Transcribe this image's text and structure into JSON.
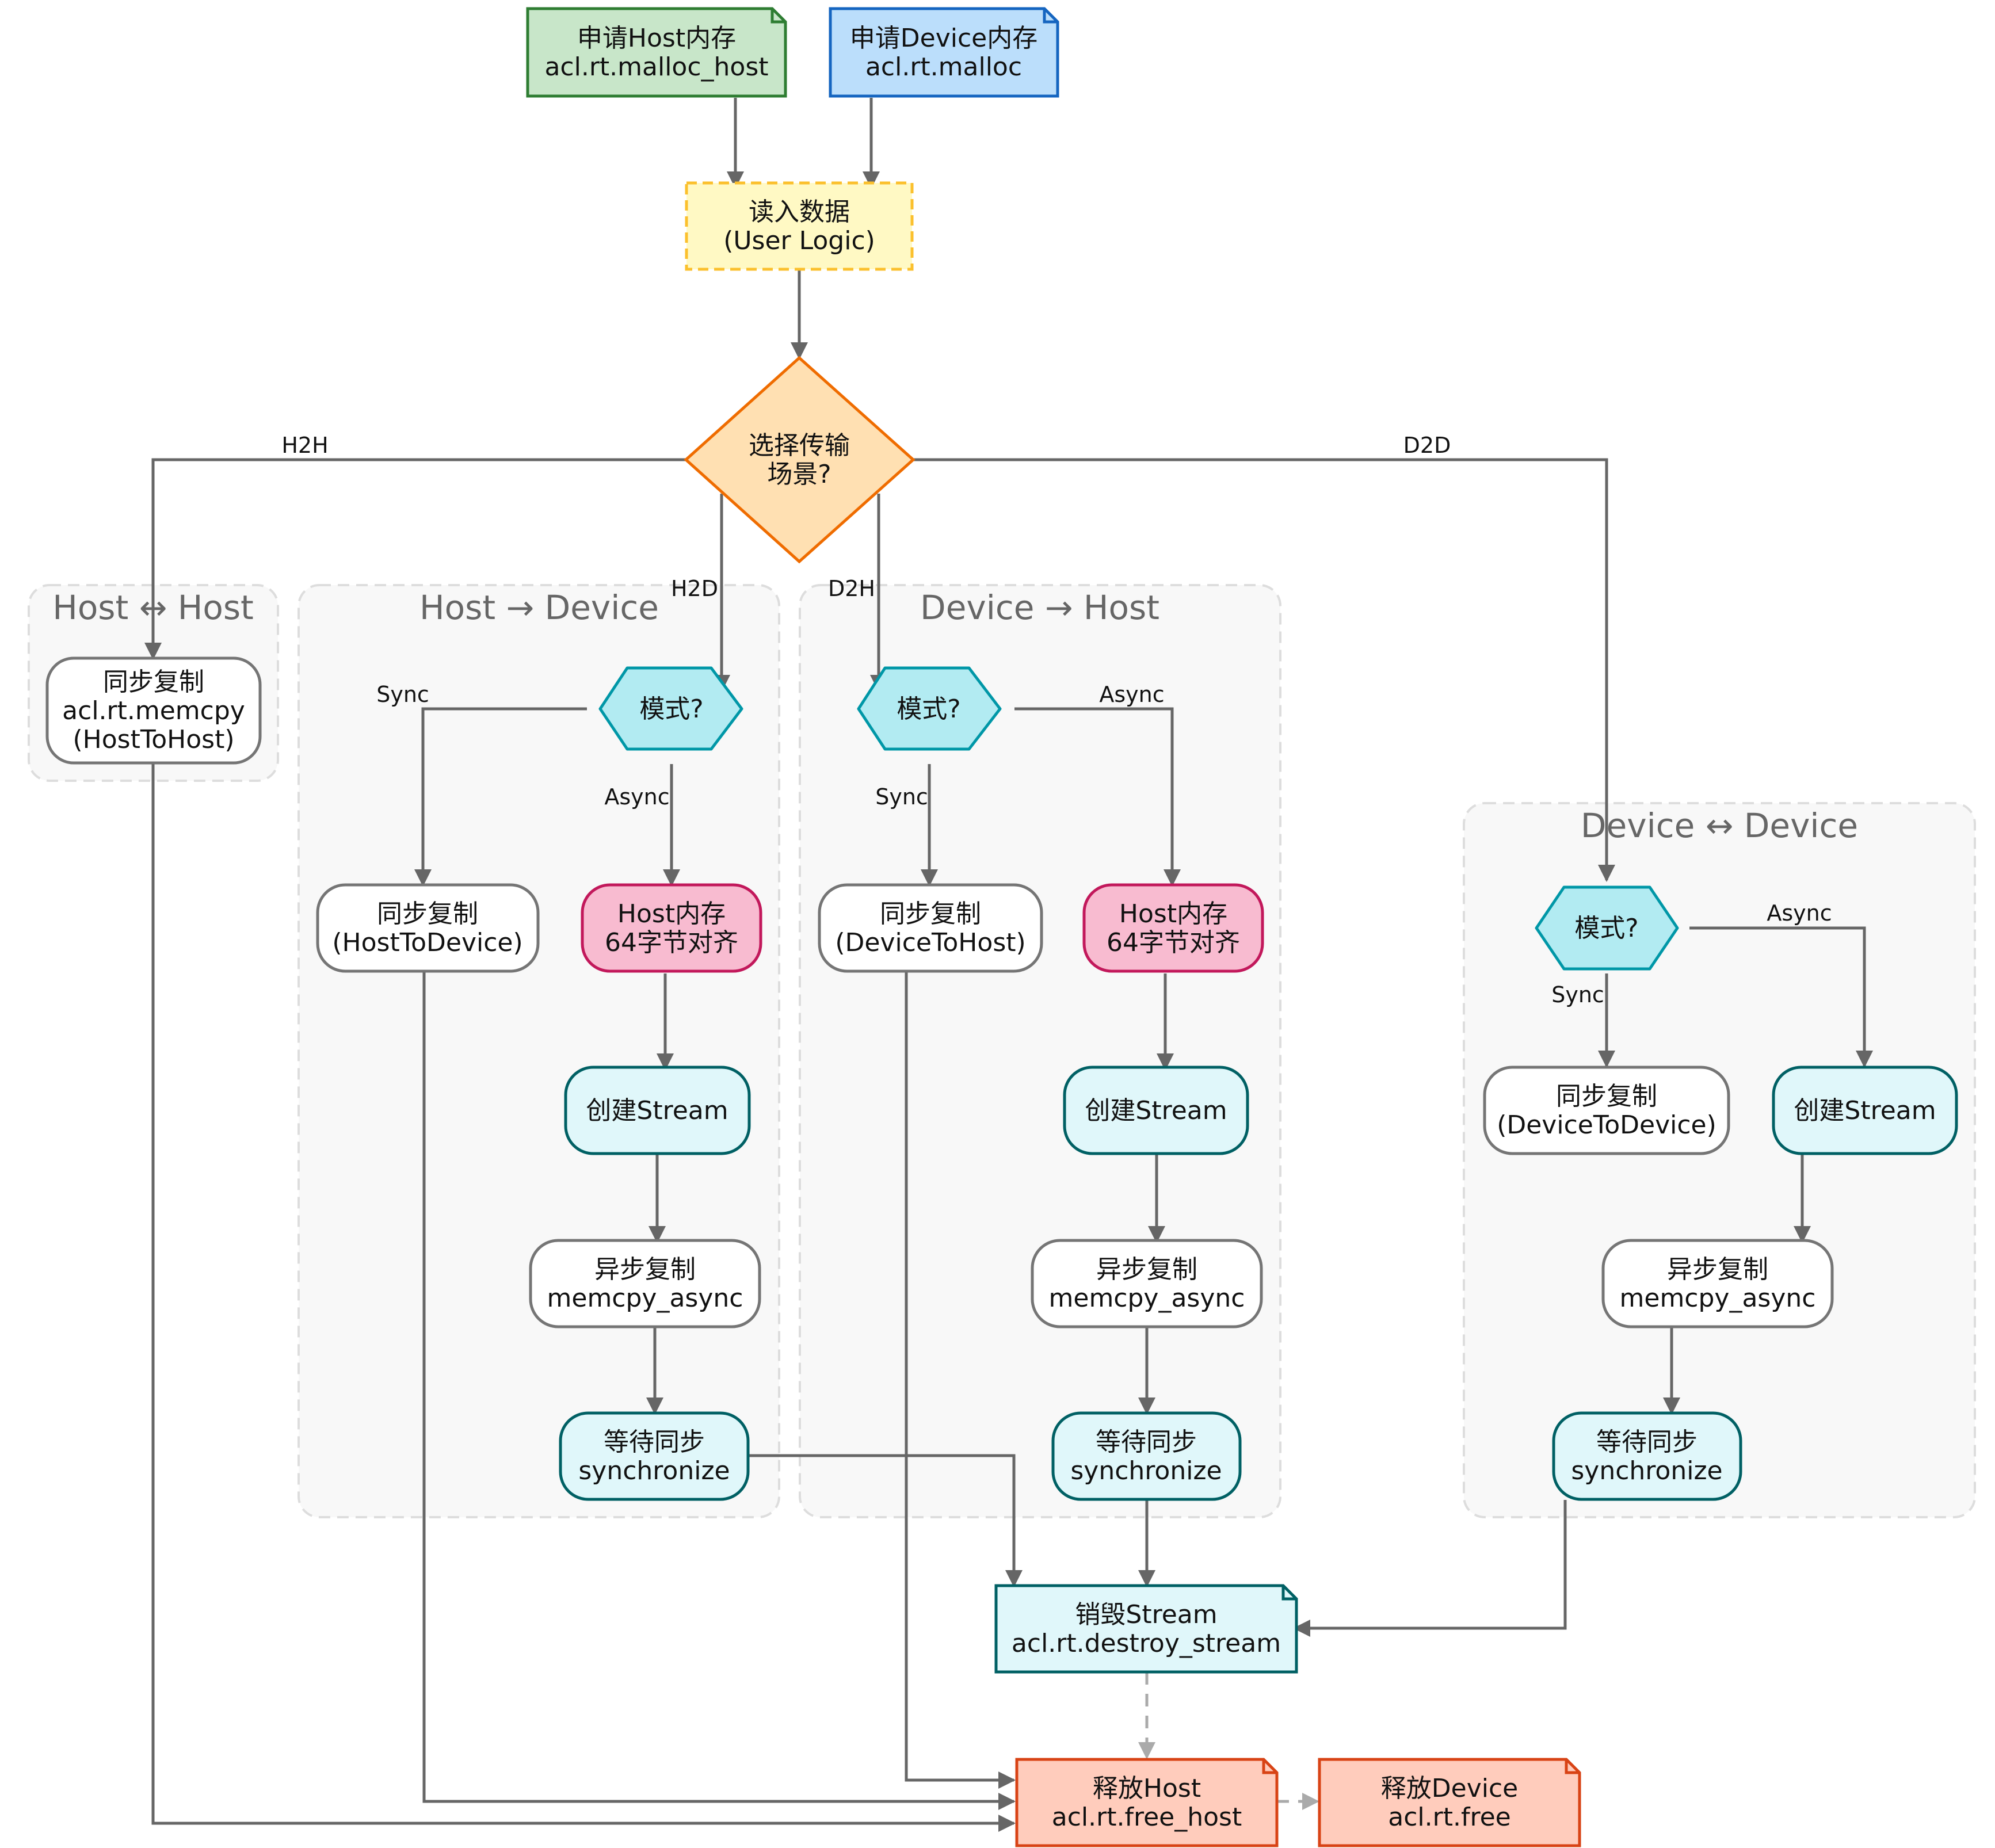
{
  "nodes": {
    "alloc_host": {
      "lines": [
        "申请Host内存",
        "acl.rt.malloc_host"
      ]
    },
    "alloc_device": {
      "lines": [
        "申请Device内存",
        "acl.rt.malloc"
      ]
    },
    "read_data": {
      "lines": [
        "读入数据",
        "(User Logic)"
      ]
    },
    "choose_scene": {
      "lines": [
        "选择传输",
        "场景?"
      ]
    },
    "h2h_copy": {
      "lines": [
        "同步复制",
        "acl.rt.memcpy",
        "(HostToHost)"
      ]
    },
    "h2d_mode": {
      "lines": [
        "模式?"
      ]
    },
    "h2d_sync": {
      "lines": [
        "同步复制",
        "(HostToDevice)"
      ]
    },
    "h2d_align": {
      "lines": [
        "Host内存",
        "64字节对齐"
      ]
    },
    "h2d_stream": {
      "lines": [
        "创建Stream"
      ]
    },
    "h2d_async": {
      "lines": [
        "异步复制",
        "memcpy_async"
      ]
    },
    "h2d_wait": {
      "lines": [
        "等待同步",
        "synchronize"
      ]
    },
    "d2h_mode": {
      "lines": [
        "模式?"
      ]
    },
    "d2h_sync": {
      "lines": [
        "同步复制",
        "(DeviceToHost)"
      ]
    },
    "d2h_align": {
      "lines": [
        "Host内存",
        "64字节对齐"
      ]
    },
    "d2h_stream": {
      "lines": [
        "创建Stream"
      ]
    },
    "d2h_async": {
      "lines": [
        "异步复制",
        "memcpy_async"
      ]
    },
    "d2h_wait": {
      "lines": [
        "等待同步",
        "synchronize"
      ]
    },
    "d2d_mode": {
      "lines": [
        "模式?"
      ]
    },
    "d2d_sync": {
      "lines": [
        "同步复制",
        "(DeviceToDevice)"
      ]
    },
    "d2d_stream": {
      "lines": [
        "创建Stream"
      ]
    },
    "d2d_async": {
      "lines": [
        "异步复制",
        "memcpy_async"
      ]
    },
    "d2d_wait": {
      "lines": [
        "等待同步",
        "synchronize"
      ]
    },
    "destroy_stream": {
      "lines": [
        "销毁Stream",
        "acl.rt.destroy_stream"
      ]
    },
    "free_host": {
      "lines": [
        "释放Host",
        "acl.rt.free_host"
      ]
    },
    "free_device": {
      "lines": [
        "释放Device",
        "acl.rt.free"
      ]
    }
  },
  "clusters": {
    "h2h": "Host ↔ Host",
    "h2d": "Host → Device",
    "d2h": "Device → Host",
    "d2d": "Device ↔ Device"
  },
  "edge_labels": {
    "h2h": "H2H",
    "h2d": "H2D",
    "d2h": "D2H",
    "d2d": "D2D",
    "h2d_sync": "Sync",
    "h2d_async": "Async",
    "d2h_sync": "Sync",
    "d2h_async": "Async",
    "d2d_sync": "Sync",
    "d2d_async": "Async"
  },
  "colors": {
    "edge": "#666666",
    "edge_dashed": "#aaaaaa",
    "cluster_fill": "#f8f8f8",
    "cluster_border": "#dddddd",
    "alloc_host_fill": "#c8e6c9",
    "alloc_host_stroke": "#2e7d32",
    "alloc_device_fill": "#bbdefb",
    "alloc_device_stroke": "#1565c0",
    "read_fill": "#fff9c4",
    "read_stroke": "#fbc02d",
    "decision_fill": "#ffe0b2",
    "decision_stroke": "#ef6c00",
    "mode_fill": "#b2ebf2",
    "mode_stroke": "#0097a7",
    "plain_fill": "#ffffff",
    "plain_stroke": "#757575",
    "align_fill": "#f8bbd0",
    "align_stroke": "#c2185b",
    "stream_fill": "#e0f7fa",
    "stream_stroke": "#006064",
    "free_fill": "#ffccbc",
    "free_stroke": "#d84315"
  }
}
